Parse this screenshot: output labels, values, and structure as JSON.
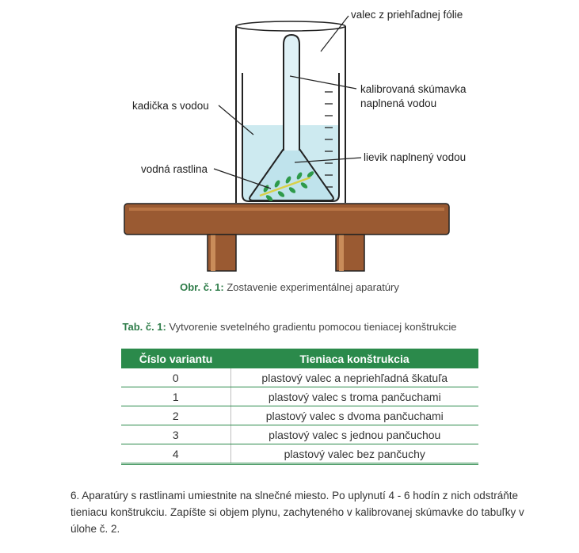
{
  "figure": {
    "labels": {
      "cylinder": "valec z priehľadnej fólie",
      "tube_line1": "kalibrovaná skúmavka",
      "tube_line2": "naplnená vodou",
      "beaker": "kadička s vodou",
      "funnel": "lievik naplnený vodou",
      "plant": "vodná rastlina"
    },
    "caption": {
      "label": "Obr. č. 1:",
      "text": " Zostavenie experimentálnej aparatúry"
    },
    "colors": {
      "water": "#cdeaf0",
      "wood": "#9a5a32",
      "wood_dark": "#7a4222",
      "plant": "#2e9a4a",
      "outline": "#222222"
    }
  },
  "table": {
    "caption": {
      "label": "Tab. č. 1:",
      "text": " Vytvorenie svetelného gradientu pomocou tieniacej konštrukcie"
    },
    "headers": [
      "Číslo variantu",
      "Tieniaca konštrukcia"
    ],
    "rows": [
      [
        "0",
        "plastový valec a nepriehľadná škatuľa"
      ],
      [
        "1",
        "plastový valec s troma pančuchami"
      ],
      [
        "2",
        "plastový valec s dvoma pančuchami"
      ],
      [
        "3",
        "plastový valec s jednou pančuchou"
      ],
      [
        "4",
        "plastový valec bez pančuchy"
      ]
    ],
    "header_color": "#2b8a4b"
  },
  "paragraph": {
    "text": "6. Aparatúry s rastlinami umiestnite na slnečné miesto. Po uplynutí 4 - 6 hodín z nich odstráňte tieniacu konštrukciu. Zapíšte si objem plynu, zachyteného v kalibrovanej skúmavke do tabuľky v úlohe č. 2."
  }
}
